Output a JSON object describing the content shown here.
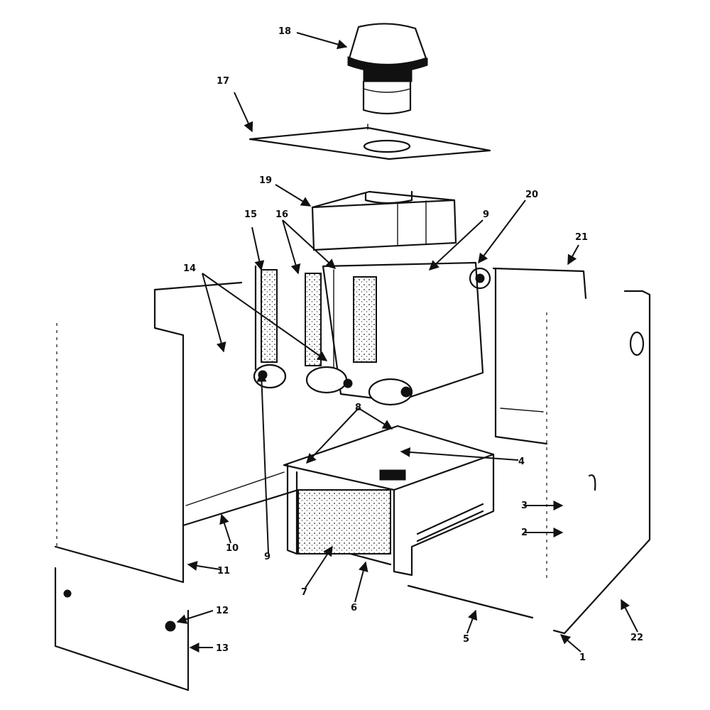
{
  "diagram": {
    "kind": "exploded-parts-view",
    "callouts": [
      {
        "id": "c18",
        "label": "18"
      },
      {
        "id": "c17",
        "label": "17"
      },
      {
        "id": "c19",
        "label": "19"
      },
      {
        "id": "c20",
        "label": "20"
      },
      {
        "id": "c9a",
        "label": "9"
      },
      {
        "id": "c21",
        "label": "21"
      },
      {
        "id": "c15",
        "label": "15"
      },
      {
        "id": "c16",
        "label": "16"
      },
      {
        "id": "c14",
        "label": "14"
      },
      {
        "id": "c8",
        "label": "8"
      },
      {
        "id": "c4",
        "label": "4"
      },
      {
        "id": "c3",
        "label": "3"
      },
      {
        "id": "c2",
        "label": "2"
      },
      {
        "id": "c10",
        "label": "10"
      },
      {
        "id": "c9b",
        "label": "9"
      },
      {
        "id": "c11",
        "label": "11"
      },
      {
        "id": "c7",
        "label": "7"
      },
      {
        "id": "c6",
        "label": "6"
      },
      {
        "id": "c12",
        "label": "12"
      },
      {
        "id": "c13",
        "label": "13"
      },
      {
        "id": "c5",
        "label": "5"
      },
      {
        "id": "c22",
        "label": "22"
      },
      {
        "id": "c1",
        "label": "1"
      }
    ]
  }
}
